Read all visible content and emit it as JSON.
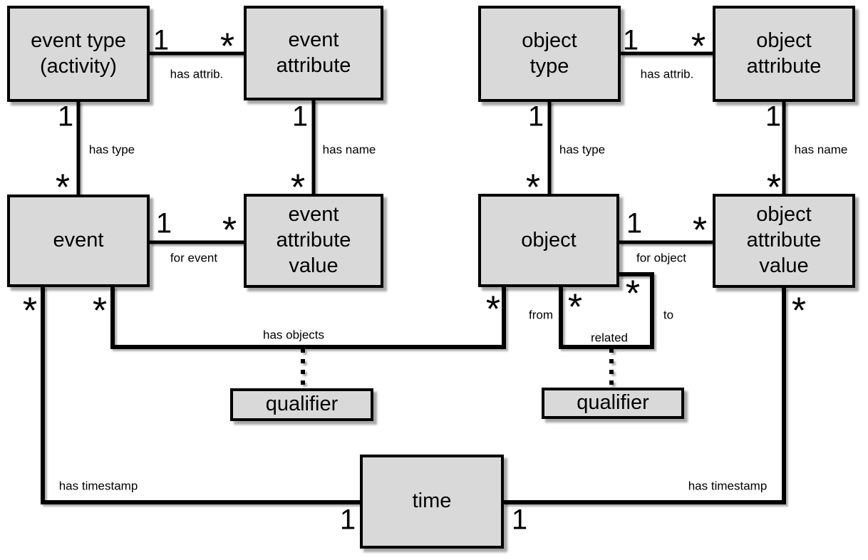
{
  "diagram_name": "object-centric event log metamodel",
  "colors": {
    "node_fill": "#d9d9d9",
    "node_border": "#000000",
    "connector": "#000000",
    "background": "#ffffff"
  },
  "nodes": {
    "event_type": {
      "label": "event type\n(activity)"
    },
    "event_attribute": {
      "label": "event\nattribute"
    },
    "event": {
      "label": "event"
    },
    "event_attribute_value": {
      "label": "event\nattribute\nvalue"
    },
    "object_type": {
      "label": "object\ntype"
    },
    "object_attribute": {
      "label": "object\nattribute"
    },
    "object": {
      "label": "object"
    },
    "object_attribute_value": {
      "label": "object\nattribute\nvalue"
    },
    "qualifier_event": {
      "label": "qualifier"
    },
    "qualifier_object": {
      "label": "qualifier"
    },
    "time": {
      "label": "time"
    }
  },
  "edges": {
    "event_type_has_attrib": {
      "label": "has attrib.",
      "one": "1",
      "many": "*"
    },
    "object_type_has_attrib": {
      "label": "has attrib.",
      "one": "1",
      "many": "*"
    },
    "event_has_type": {
      "label": "has type",
      "one": "1",
      "many": "*"
    },
    "event_attribute_has_name": {
      "label": "has name",
      "one": "1",
      "many": "*"
    },
    "object_has_type": {
      "label": "has type",
      "one": "1",
      "many": "*"
    },
    "object_attribute_has_name": {
      "label": "has name",
      "one": "1",
      "many": "*"
    },
    "for_event": {
      "label": "for event",
      "one": "1",
      "many": "*"
    },
    "for_object": {
      "label": "for object",
      "one": "1",
      "many": "*"
    },
    "has_objects": {
      "label": "has objects",
      "event_mult": "*",
      "object_mult": "*"
    },
    "related": {
      "label": "related",
      "from_label": "from",
      "to_label": "to",
      "from_mult": "*",
      "to_mult": "*"
    },
    "event_has_timestamp": {
      "label": "has timestamp",
      "event_mult": "*",
      "time_mult": "1"
    },
    "object_attr_value_has_timestamp": {
      "label": "has timestamp",
      "value_mult": "*",
      "time_mult": "1"
    }
  }
}
